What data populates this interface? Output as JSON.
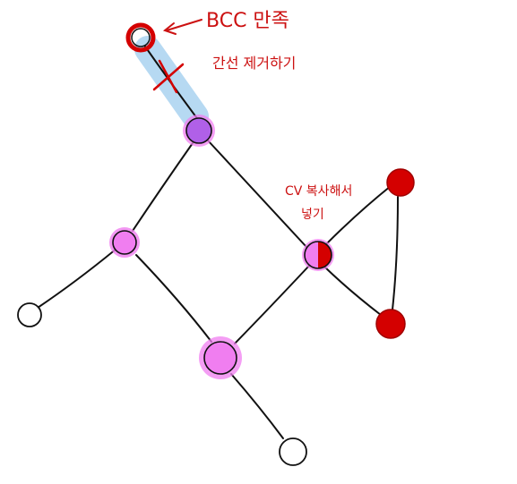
{
  "annotations": {
    "bcc": "BCC 만족",
    "remove_edge": "간선 제거하기",
    "cv_line1": "CV 복사해서",
    "cv_line2": "넣기"
  },
  "colors": {
    "ink": "#111111",
    "pink": "#f07ef0",
    "purple": "#b060e8",
    "red": "#d40000",
    "annotation": "#cc1111",
    "highlight": "#a9d2f0"
  },
  "graph": {
    "nodes": [
      {
        "id": "top",
        "style": "red-ring"
      },
      {
        "id": "upper",
        "style": "purple"
      },
      {
        "id": "left-mid",
        "style": "pink"
      },
      {
        "id": "left-low",
        "style": "empty"
      },
      {
        "id": "cut-vertex",
        "style": "half-red"
      },
      {
        "id": "center-low",
        "style": "pink"
      },
      {
        "id": "bottom",
        "style": "empty"
      },
      {
        "id": "tri-top",
        "style": "red"
      },
      {
        "id": "tri-bottom",
        "style": "red"
      }
    ],
    "edges": [
      {
        "from": "top",
        "to": "upper",
        "highlighted": true
      },
      {
        "from": "upper",
        "to": "left-mid"
      },
      {
        "from": "upper",
        "to": "cut-vertex"
      },
      {
        "from": "left-mid",
        "to": "left-low"
      },
      {
        "from": "left-mid",
        "to": "center-low"
      },
      {
        "from": "cut-vertex",
        "to": "center-low"
      },
      {
        "from": "center-low",
        "to": "bottom"
      },
      {
        "from": "cut-vertex",
        "to": "tri-top"
      },
      {
        "from": "cut-vertex",
        "to": "tri-bottom"
      },
      {
        "from": "tri-top",
        "to": "tri-bottom"
      }
    ]
  }
}
